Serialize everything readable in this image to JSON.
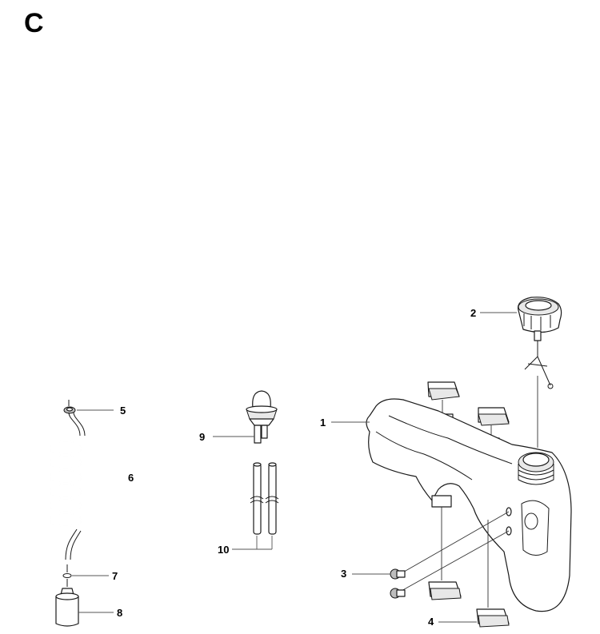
{
  "section": {
    "letter": "C"
  },
  "callouts": [
    {
      "number": "1",
      "part": "fuel-tank"
    },
    {
      "number": "2",
      "part": "fuel-cap"
    },
    {
      "number": "3",
      "part": "tank-plug"
    },
    {
      "number": "4",
      "part": "rubber-mount"
    },
    {
      "number": "5",
      "part": "grommet"
    },
    {
      "number": "6",
      "part": "fuel-hose"
    },
    {
      "number": "7",
      "part": "clip"
    },
    {
      "number": "8",
      "part": "fuel-filter"
    },
    {
      "number": "9",
      "part": "primer-bulb"
    },
    {
      "number": "10",
      "part": "fuel-lines"
    }
  ]
}
